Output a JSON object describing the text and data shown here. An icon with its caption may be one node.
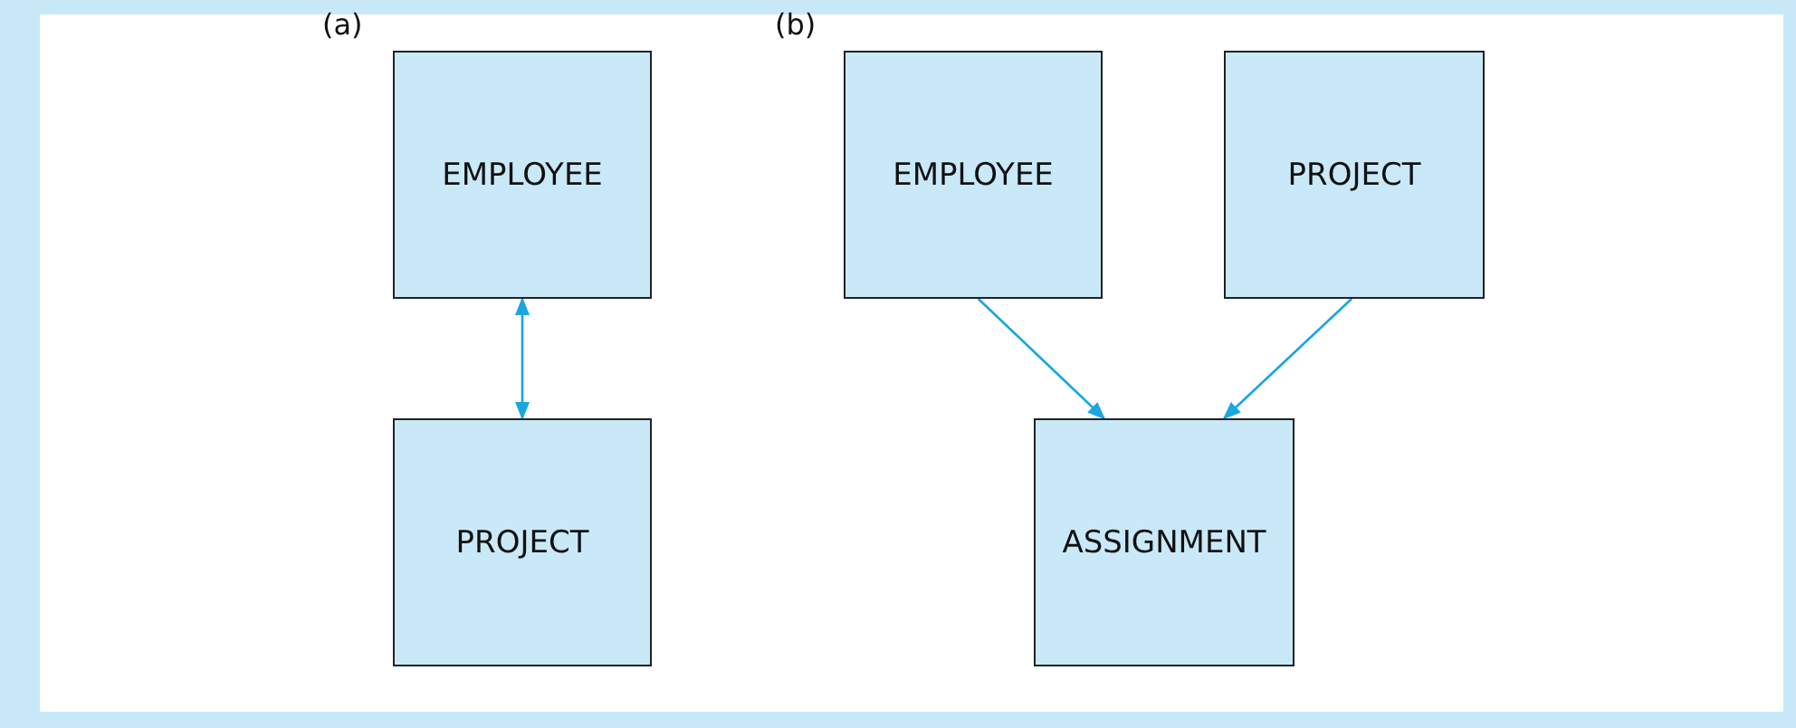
{
  "diagram": {
    "nodes": [
      {
        "text": [
          "EMPLOYEE"
        ]
      },
      {
        "text": [
          "PROJECT"
        ]
      },
      {
        "text": [
          "EMPLOYEE"
        ]
      },
      {
        "text": [
          "PROJECT"
        ]
      },
      {
        "text": [
          "ASSIGNMENT"
        ]
      }
    ],
    "edges": [
      {
        "from": 0,
        "to": 1,
        "arrow": "both"
      },
      {
        "from": 2,
        "to": 4,
        "arrow": "to"
      },
      {
        "from": 3,
        "to": 4,
        "arrow": "to"
      }
    ],
    "labels": [
      "(a)",
      "(b)"
    ]
  }
}
